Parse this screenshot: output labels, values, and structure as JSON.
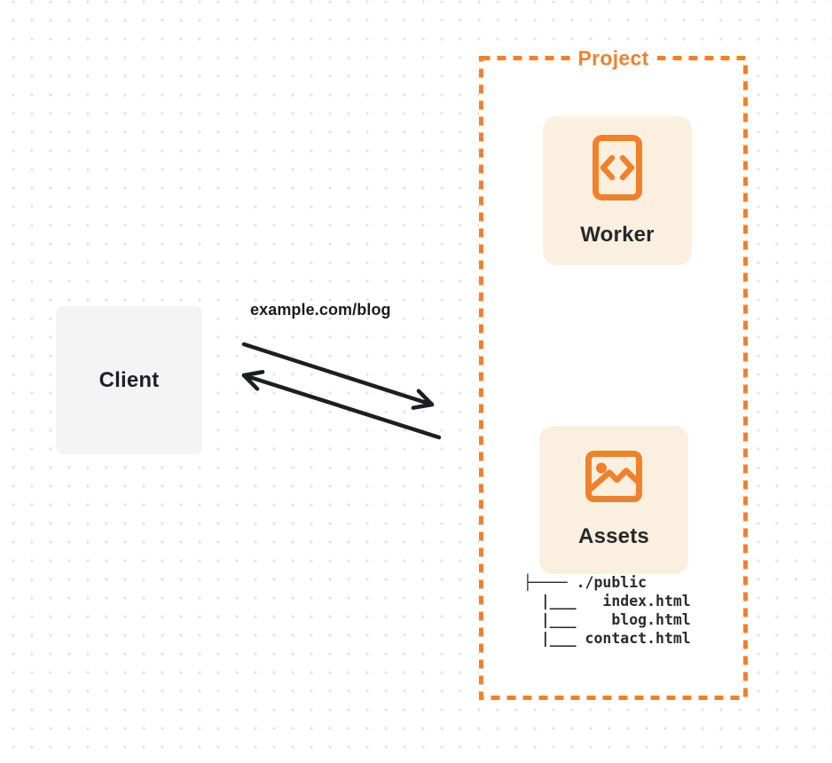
{
  "diagram": {
    "client": {
      "label": "Client"
    },
    "request": {
      "url_label": "example.com/blog"
    },
    "arrows": [
      {
        "name": "request-arrow",
        "from": "client",
        "to": "project"
      },
      {
        "name": "response-arrow",
        "from": "project",
        "to": "client"
      }
    ],
    "project": {
      "label": "Project",
      "nodes": [
        {
          "id": "worker",
          "label": "Worker",
          "icon": "code-icon"
        },
        {
          "id": "assets",
          "label": "Assets",
          "icon": "image-icon"
        }
      ],
      "file_tree": {
        "text": "├──── ./public\n  |___   index.html\n  |___    blog.html\n  |___ contact.html"
      }
    },
    "colors": {
      "accent_orange": "#F0812C",
      "card_cream": "#FBF0E0",
      "client_gray": "#F4F4F5",
      "ink": "#1F2023",
      "dot_gray": "#E3E3E6"
    }
  }
}
